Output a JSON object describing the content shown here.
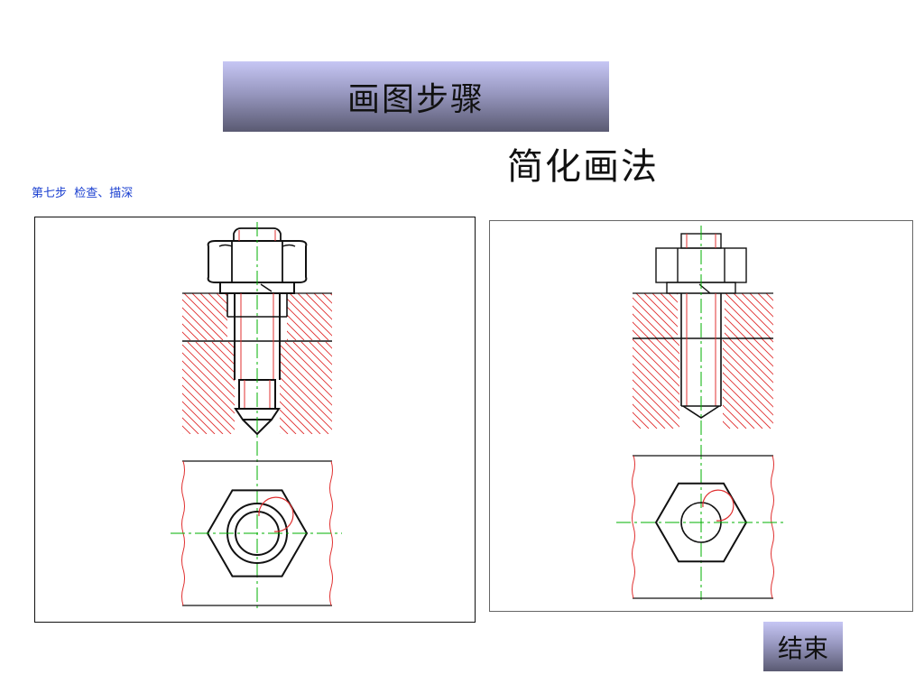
{
  "banner": {
    "title": "画图步骤"
  },
  "heading": {
    "text": "简化画法"
  },
  "caption": {
    "text": "第七步  检查、描深"
  },
  "controls": {
    "end_label": "结束"
  },
  "colors": {
    "hatch": "#e03030",
    "center_line": "#00b000",
    "outline": "#111111",
    "banner_top": "#c6c6f4",
    "banner_bottom": "#5a5a72",
    "caption": "#1a3fd0"
  }
}
